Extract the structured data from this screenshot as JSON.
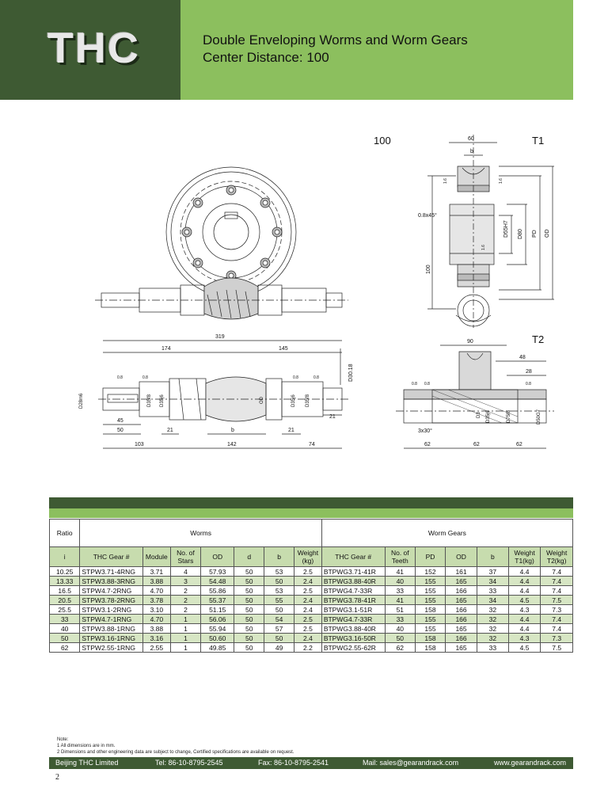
{
  "header": {
    "logo_text": "THC",
    "title_line1": "Double Enveloping Worms and Worm Gears",
    "title_line2": "Center Distance: 100"
  },
  "drawing": {
    "label_cd": "100",
    "label_t1": "T1",
    "label_t2": "T2",
    "side": {
      "dim_60": "60",
      "dim_b": "b",
      "chamfer": "0.8x45°",
      "dim_d55": "D55H7",
      "dim_d80": "D80",
      "dim_pd": "PD",
      "dim_od": "OD",
      "dim_100": "100",
      "rough": "1.6"
    },
    "worm": {
      "dim_319": "319",
      "dim_174": "174",
      "dim_145": "145",
      "dim_d30": "D30.18",
      "dim_103": "103",
      "dim_142": "142",
      "dim_74": "74",
      "dim_45": "45",
      "dim_50": "50",
      "dim_21a": "21",
      "dim_21b": "21",
      "dim_21c": "21",
      "dim_b": "b",
      "dim_d28": "D28m6",
      "dim_d35a": "D35f8",
      "dim_d35b": "D35j6",
      "dim_d35c": "D35j6",
      "dim_d35d": "D35f8",
      "dim_od": "OD",
      "rough": "0.8"
    },
    "t2": {
      "dim_90": "90",
      "dim_48": "48",
      "dim_28": "28",
      "dim_62a": "62",
      "dim_62b": "62",
      "dim_62c": "62",
      "chamfer": "3x30°",
      "dim_d3": "D3",
      "dim_d35": "D35j6",
      "dim_d75": "D75f8",
      "dim_d50": "D50G7",
      "rough": "0.8"
    }
  },
  "table": {
    "group_ratio": "Ratio",
    "group_worms": "Worms",
    "group_gears": "Worm Gears",
    "columns": [
      "i",
      "THC Gear #",
      "Module",
      "No. of Stars",
      "OD",
      "d",
      "b",
      "Weight (kg)",
      "THC Gear #",
      "No. of Teeth",
      "PD",
      "OD",
      "b",
      "Weight T1(kg)",
      "Weight T2(kg)"
    ],
    "rows": [
      [
        "10.25",
        "STPW3.71-4RNG",
        "3.71",
        "4",
        "57.93",
        "50",
        "53",
        "2.5",
        "BTPWG3.71-41R",
        "41",
        "152",
        "161",
        "37",
        "4.4",
        "7.4"
      ],
      [
        "13.33",
        "STPW3.88-3RNG",
        "3.88",
        "3",
        "54.48",
        "50",
        "50",
        "2.4",
        "BTPWG3.88-40R",
        "40",
        "155",
        "165",
        "34",
        "4.4",
        "7.4"
      ],
      [
        "16.5",
        "STPW4.7-2RNG",
        "4.70",
        "2",
        "55.86",
        "50",
        "53",
        "2.5",
        "BTPWG4.7-33R",
        "33",
        "155",
        "166",
        "33",
        "4.4",
        "7.4"
      ],
      [
        "20.5",
        "STPW3.78-2RNG",
        "3.78",
        "2",
        "55.37",
        "50",
        "55",
        "2.4",
        "BTPWG3.78-41R",
        "41",
        "155",
        "165",
        "34",
        "4.5",
        "7.5"
      ],
      [
        "25.5",
        "STPW3.1-2RNG",
        "3.10",
        "2",
        "51.15",
        "50",
        "50",
        "2.4",
        "BTPWG3.1-51R",
        "51",
        "158",
        "166",
        "32",
        "4.3",
        "7.3"
      ],
      [
        "33",
        "STPW4.7-1RNG",
        "4.70",
        "1",
        "56.06",
        "50",
        "54",
        "2.5",
        "BTPWG4.7-33R",
        "33",
        "155",
        "166",
        "32",
        "4.4",
        "7.4"
      ],
      [
        "40",
        "STPW3.88-1RNG",
        "3.88",
        "1",
        "55.94",
        "50",
        "57",
        "2.5",
        "BTPWG3.88-40R",
        "40",
        "155",
        "165",
        "32",
        "4.4",
        "7.4"
      ],
      [
        "50",
        "STPW3.16-1RNG",
        "3.16",
        "1",
        "50.60",
        "50",
        "50",
        "2.4",
        "BTPWG3.16-50R",
        "50",
        "158",
        "166",
        "32",
        "4.3",
        "7.3"
      ],
      [
        "62",
        "STPW2.55-1RNG",
        "2.55",
        "1",
        "49.85",
        "50",
        "49",
        "2.2",
        "BTPWG2.55-62R",
        "62",
        "158",
        "165",
        "33",
        "4.5",
        "7.5"
      ]
    ]
  },
  "notes": {
    "line1": "Note:",
    "line2": "1 All dimensions are in mm.",
    "line3": "2 Dimensions and other engineering data are subject to change, Certified specifications are available on request."
  },
  "footer": {
    "company": "Beijing THC Limited",
    "tel": "Tel: 86-10-8795-2545",
    "fax": "Fax: 86-10-8795-2541",
    "mail": "Mail: sales@gearandrack.com",
    "web": "www.gearandrack.com"
  },
  "page_number": "2",
  "colors": {
    "dark_green": "#3e5a33",
    "light_green": "#8cbf5e",
    "row_tint": "#d7e6c4"
  }
}
